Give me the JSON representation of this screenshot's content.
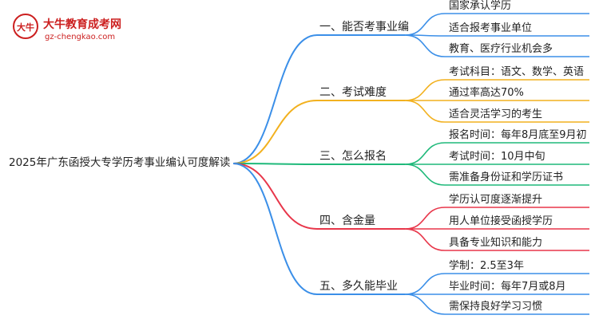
{
  "logo": {
    "glyph": "大牛",
    "name": "大牛教育成考网",
    "url": "gz-chengkao.com"
  },
  "root": "2025年广东函授大专学历考事业编认可度解读",
  "branches": [
    {
      "label": "一、能否考事业编",
      "color": "#3b8fe8",
      "leaves": [
        "国家承认学历",
        "适合报考事业单位",
        "教育、医疗行业机会多"
      ]
    },
    {
      "label": "二、考试难度",
      "color": "#f2b11f",
      "leaves": [
        "考试科目：语文、数学、英语",
        "通过率高达70%",
        "适合灵活学习的考生"
      ]
    },
    {
      "label": "三、怎么报名",
      "color": "#1fb97a",
      "leaves": [
        "报名时间：每年8月底至9月初",
        "考试时间：10月中旬",
        "需准备身份证和学历证书"
      ]
    },
    {
      "label": "四、含金量",
      "color": "#e8364a",
      "leaves": [
        "学历认可度逐渐提升",
        "用人单位接受函授学历",
        "具备专业知识和能力"
      ]
    },
    {
      "label": "五、多久能毕业",
      "color": "#3b8fe8",
      "leaves": [
        "学制：2.5至3年",
        "毕业时间：每年7月或8月",
        "需保持良好学习习惯"
      ]
    }
  ]
}
